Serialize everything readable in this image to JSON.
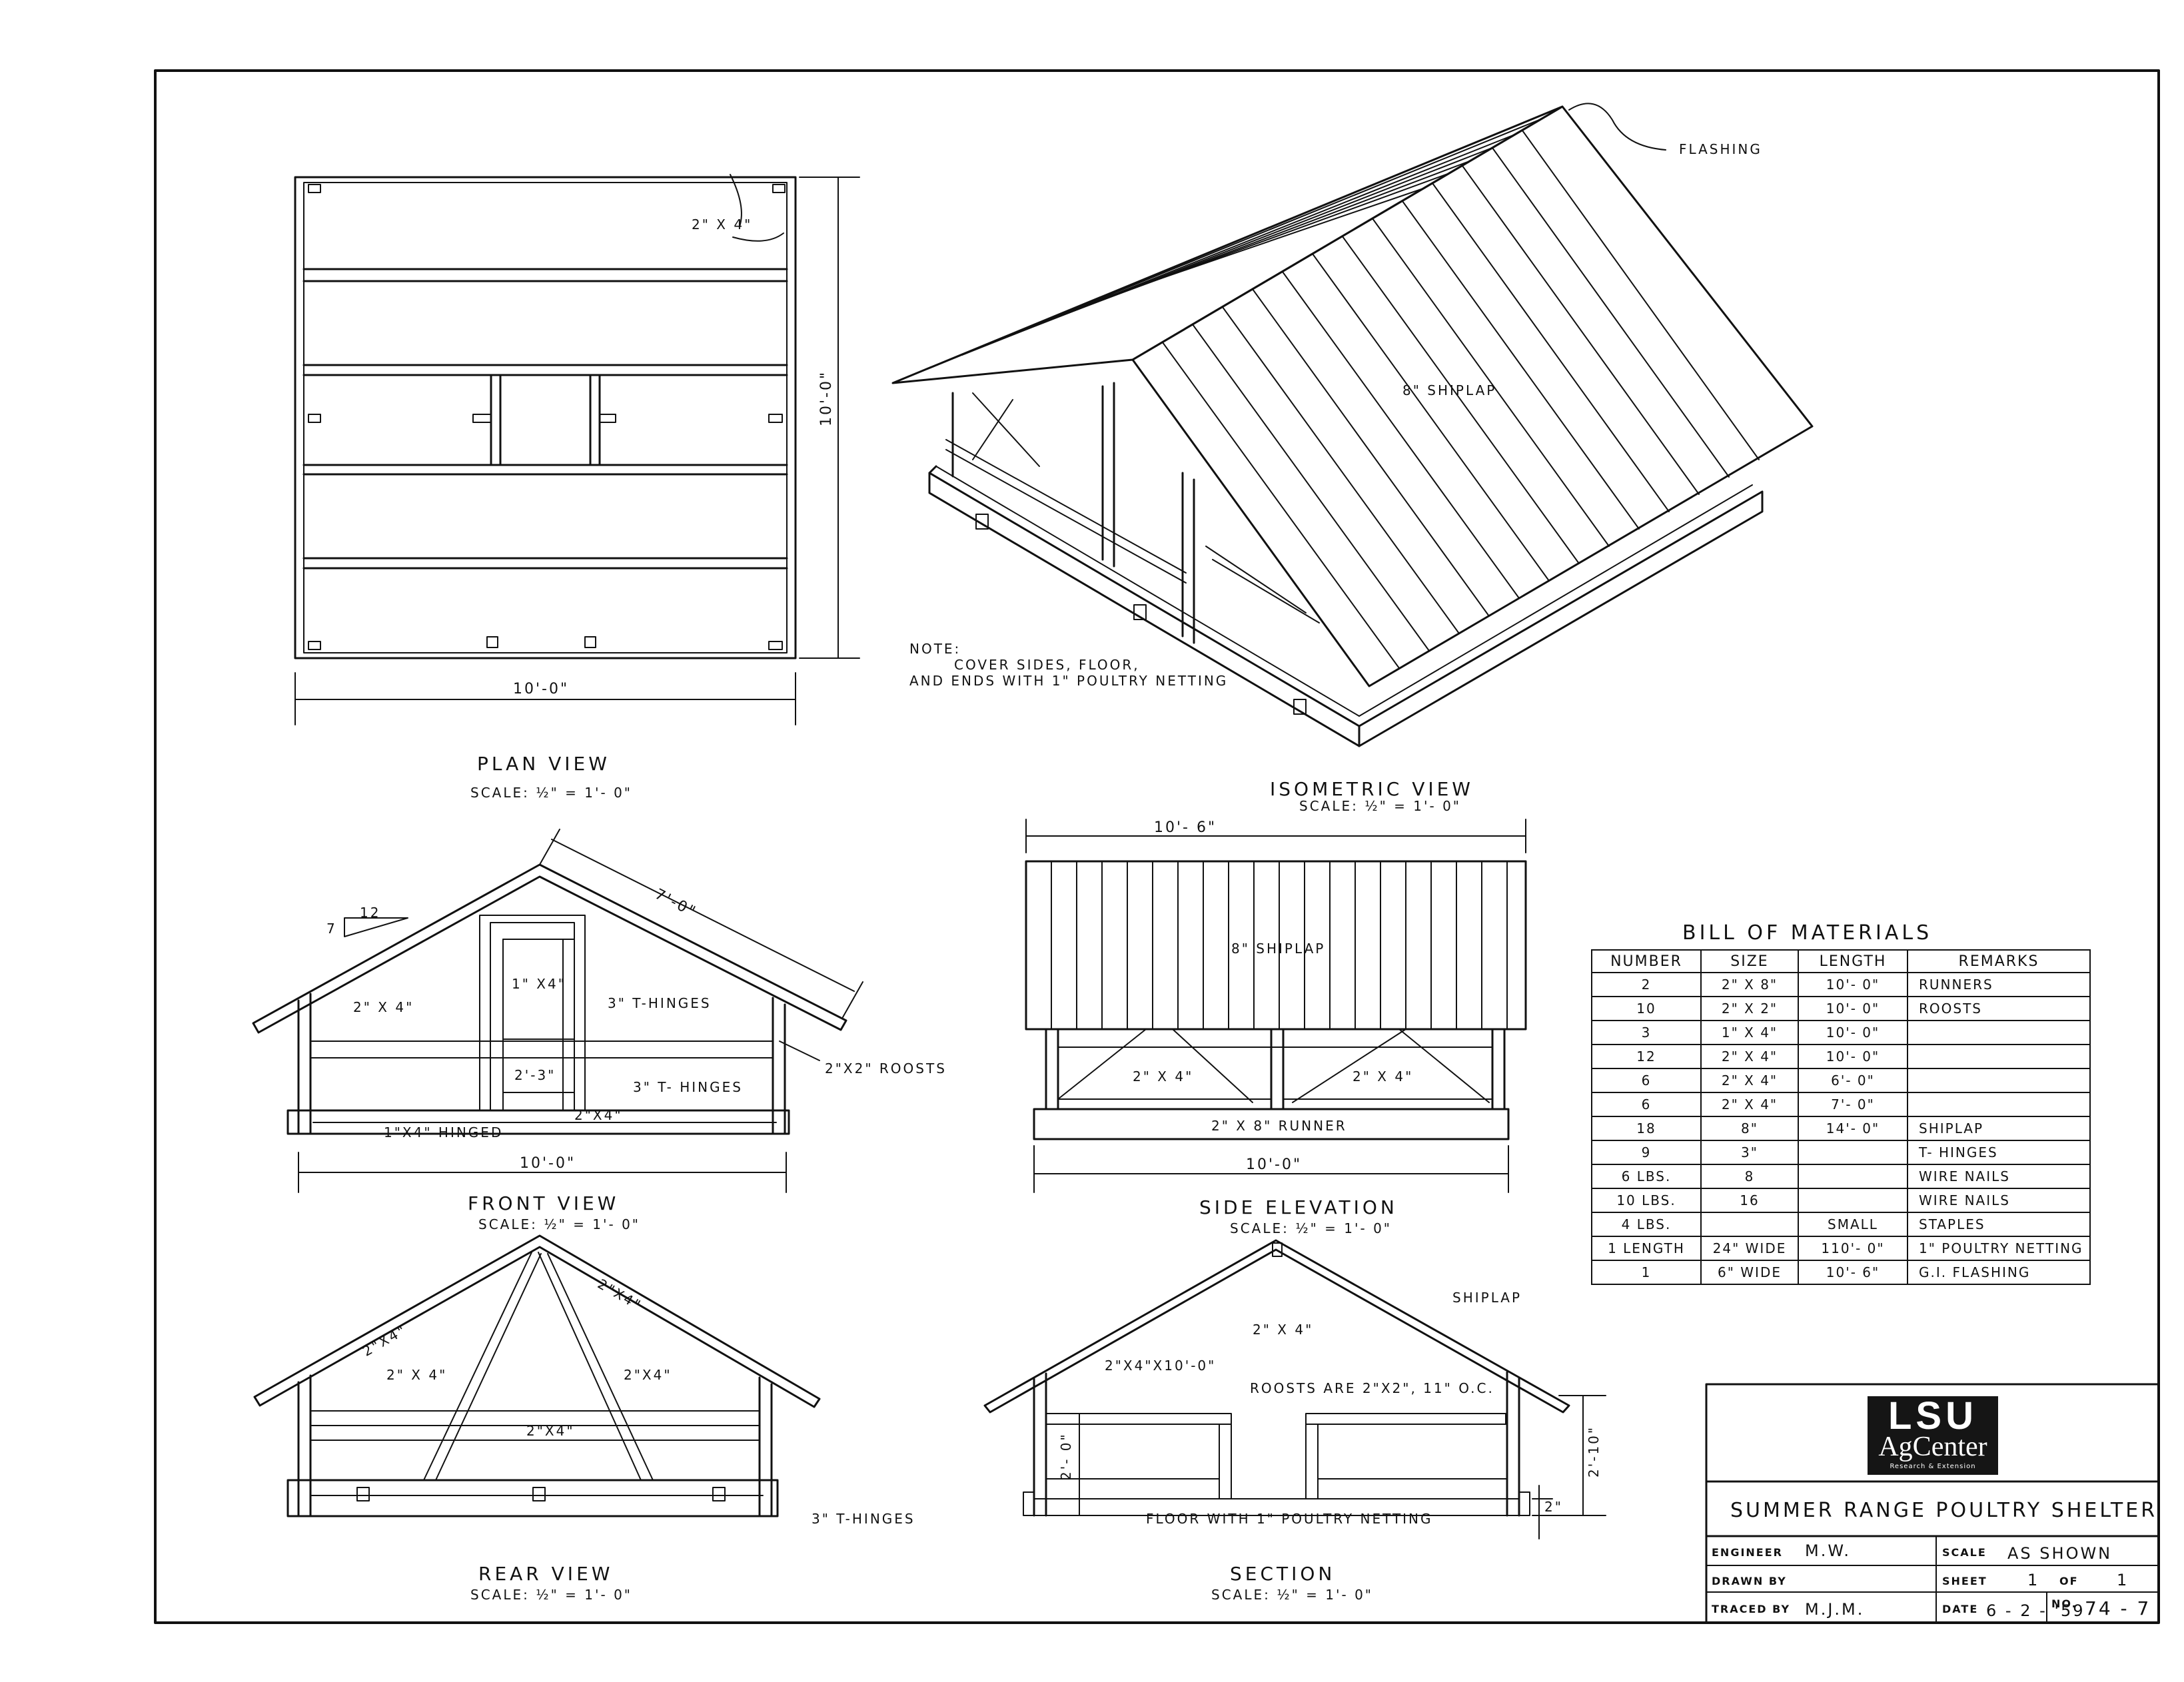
{
  "views": {
    "plan": {
      "title": "PLAN VIEW",
      "scale": "SCALE: ½\" = 1'- 0\"",
      "dim_width": "10'-0\"",
      "dim_depth": "10'-0\"",
      "callout_2x4": "2\" X 4\""
    },
    "isometric": {
      "title": "ISOMETRIC VIEW",
      "scale": "SCALE: ½\" = 1'- 0\"",
      "flashing": "FLASHING",
      "shiplap": "8\" SHIPLAP",
      "note_1": "NOTE:",
      "note_2": "COVER SIDES, FLOOR,",
      "note_3": "AND ENDS WITH 1\" POULTRY NETTING"
    },
    "front": {
      "title": "FRONT VIEW",
      "scale": "SCALE: ½\" = 1'- 0\"",
      "pitch_rise": "7",
      "pitch_run": "12",
      "rafter_length": "7'-0\"",
      "stud_2x4": "2\" X 4\"",
      "stud_1x4": "1\" X4\"",
      "t_hinges_upper": "3\" T-HINGES",
      "t_hinges_lower": "3\" T- HINGES",
      "door_width": "2'-3\"",
      "member_2x4": "2\"X4\"",
      "hinged": "1\"X4\" HINGED",
      "roosts": "2\"X2\" ROOSTS",
      "dim_width": "10'-0\""
    },
    "side": {
      "title": "SIDE ELEVATION",
      "scale": "SCALE: ½\" = 1'- 0\"",
      "dim_top": "10'- 6\"",
      "shiplap": "8\" SHIPLAP",
      "brace_left": "2\" X 4\"",
      "brace_right": "2\" X 4\"",
      "runner": "2\" X 8\" RUNNER",
      "dim_bottom": "10'-0\""
    },
    "rear": {
      "title": "REAR VIEW",
      "scale": "SCALE: ½\" = 1'- 0\"",
      "rafter_left": "2\"X4\"",
      "rafter_right": "2\"X4\"",
      "brace_left": "2\" X 4\"",
      "brace_right": "2\"X4\"",
      "tie": "2\"X4\"",
      "t_hinges": "3\" T-HINGES"
    },
    "section": {
      "title": "SECTION",
      "scale": "SCALE: ½\" = 1'- 0\"",
      "shiplap": "SHIPLAP",
      "collar": "2\" X 4\"",
      "plate": "2\"X4\"X10'-0\"",
      "roosts": "ROOSTS ARE 2\"X2\", 11\" O.C.",
      "floor": "FLOOR WITH 1\" POULTRY NETTING",
      "height_inner": "2'- 0\"",
      "height_outer": "2'-10\"",
      "runner_height": "2\""
    }
  },
  "bill_of_materials": {
    "title": "BILL OF MATERIALS",
    "headers": [
      "NUMBER",
      "SIZE",
      "LENGTH",
      "REMARKS"
    ],
    "rows": [
      [
        "2",
        "2\" X 8\"",
        "10'- 0\"",
        "RUNNERS"
      ],
      [
        "10",
        "2\" X 2\"",
        "10'- 0\"",
        "ROOSTS"
      ],
      [
        "3",
        "1\" X 4\"",
        "10'- 0\"",
        ""
      ],
      [
        "12",
        "2\" X 4\"",
        "10'- 0\"",
        ""
      ],
      [
        "6",
        "2\" X 4\"",
        "6'- 0\"",
        ""
      ],
      [
        "6",
        "2\" X 4\"",
        "7'- 0\"",
        ""
      ],
      [
        "18",
        "8\"",
        "14'- 0\"",
        "SHIPLAP"
      ],
      [
        "9",
        "3\"",
        "",
        "T- HINGES"
      ],
      [
        "6  LBS.",
        "8",
        "",
        "WIRE  NAILS"
      ],
      [
        "10  LBS.",
        "16",
        "",
        "WIRE  NAILS"
      ],
      [
        "4  LBS.",
        "",
        "SMALL",
        "STAPLES"
      ],
      [
        "1 LENGTH",
        "24\" WIDE",
        "110'- 0\"",
        "1\" POULTRY NETTING"
      ],
      [
        "1",
        "6\" WIDE",
        "10'- 6\"",
        "G.I.  FLASHING"
      ]
    ]
  },
  "title_block": {
    "logo_main": "LSU",
    "logo_sub": "AgCenter",
    "logo_tagline": "Research & Extension",
    "project_title": "SUMMER RANGE POULTRY SHELTER",
    "engineer_label": "ENGINEER",
    "engineer": "M.W.",
    "scale_label": "SCALE",
    "scale": "AS SHOWN",
    "drawn_by_label": "DRAWN BY",
    "drawn_by": "",
    "sheet_label": "SHEET",
    "sheet": "1",
    "of_label": "OF",
    "sheet_total": "1",
    "traced_by_label": "TRACED BY",
    "traced_by": "M.J.M.",
    "date_label": "DATE",
    "date": "6 - 2 - '59",
    "no_label": "NO.",
    "number": "74 - 7"
  }
}
